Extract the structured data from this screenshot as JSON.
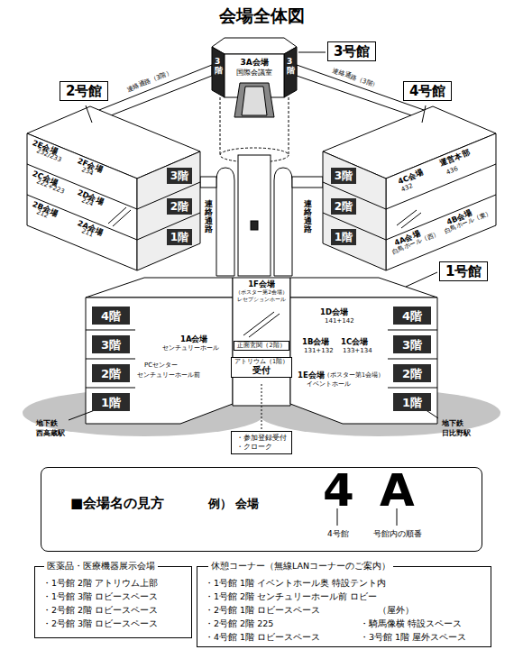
{
  "diagram": {
    "title": "会場全体図",
    "nodes": [
      {
        "text": [
          "3号館"
        ]
      },
      {
        "text": [
          "2号館"
        ]
      },
      {
        "text": [
          "4号館"
        ]
      },
      {
        "text": [
          "3階"
        ]
      },
      {
        "text": [
          "3階"
        ]
      },
      {
        "text": [
          "3階"
        ]
      },
      {
        "text": [
          "2階"
        ]
      },
      {
        "text": [
          "1階"
        ]
      },
      {
        "text": [
          "3階"
        ]
      },
      {
        "text": [
          "2階"
        ]
      },
      {
        "text": [
          "1階"
        ]
      },
      {
        "text": [
          "1号館"
        ]
      },
      {
        "text": [
          "4階"
        ]
      },
      {
        "text": [
          "3階"
        ]
      },
      {
        "text": [
          "2階"
        ]
      },
      {
        "text": [
          "1階"
        ]
      },
      {
        "text": [
          "4階"
        ]
      },
      {
        "text": [
          "3階"
        ]
      },
      {
        "text": [
          "2階"
        ]
      },
      {
        "text": [
          "1階"
        ]
      },
      {
        "text": [
          "正面玄関（2階）"
        ]
      },
      {
        "text": [
          "アトリウム（1階）",
          "受付"
        ]
      },
      {
        "text": [
          "・参加登録受付",
          "・クローク"
        ]
      },
      {
        "text": [
          "■会場名の見方",
          "例）",
          "会場",
          "4",
          "A",
          "4号館",
          "号館内の順番"
        ]
      },
      {
        "text": [
          "医薬品・医療機器展示会場",
          "・1号館 2階 アトリウム上部",
          "・1号館 3階 ロビースペース",
          "・2号館 2階 ロビースペース",
          "・2号館 3階 ロビースペース"
        ]
      },
      {
        "text": [
          "休憩コーナー（無線LANコーナーのご案内）",
          "・1号館 1階 イベントホール奥 特設テント内",
          "・1号館 2階 センチュリーホール前 ロビー",
          "・2号館 1階 ロビースペース",
          "・2号館 2階 225",
          "・4号館 1階 ロビースペース",
          "（屋外）",
          "・騎馬像横 特設スペース",
          "・3号館 1階 屋外スペース"
        ]
      }
    ],
    "labels": [
      "連絡通路（3階）",
      "連絡通路（3階）",
      "3A会場",
      "国際会議室",
      "2E会場",
      "232/233",
      "2F会場",
      "234",
      "2C会場",
      "222+223",
      "2D会場",
      "224",
      "2B会場",
      "212",
      "2A会場",
      "211",
      "連絡通路",
      "連絡通路",
      "4C会場",
      "432",
      "運営本部",
      "436",
      "4A会場",
      "白鳥ホール（西）",
      "4B会場",
      "白鳥ホール（東）",
      "1F会場",
      "（ポスター第2会場）",
      "レセプションホール",
      "1D会場",
      "141+142",
      "1B会場",
      "131+132",
      "1C会場",
      "133+134",
      "1A会場",
      "センチュリーホール",
      "PCセンター",
      "センチュリーホール前",
      "1E会場",
      "（ポスター第1会場）",
      "イベントホール",
      "地下鉄",
      "西高蔵駅",
      "地下鉄",
      "日比野駅"
    ]
  }
}
